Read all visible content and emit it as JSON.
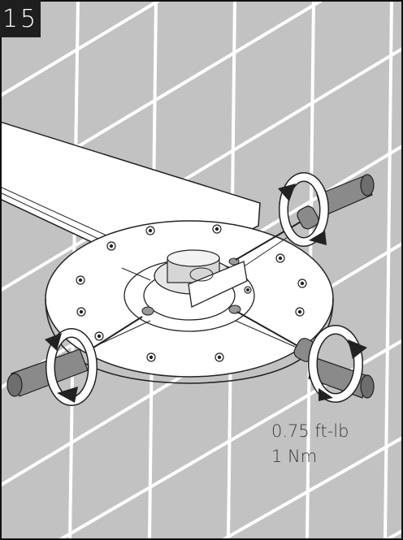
{
  "step": {
    "number": "15"
  },
  "torque": {
    "line1": "0.75 ft-lb",
    "line2": "1 Nm"
  },
  "colors": {
    "tile": "#c2c2c2",
    "grout": "#ffffff",
    "outline": "#222222",
    "plate": "#ffffff",
    "badge_bg": "#1e1e1e",
    "bolt": "#8a8a8a"
  },
  "icons": [
    "rotation-arrow-icon",
    "hex-key-icon",
    "screw-icon"
  ]
}
